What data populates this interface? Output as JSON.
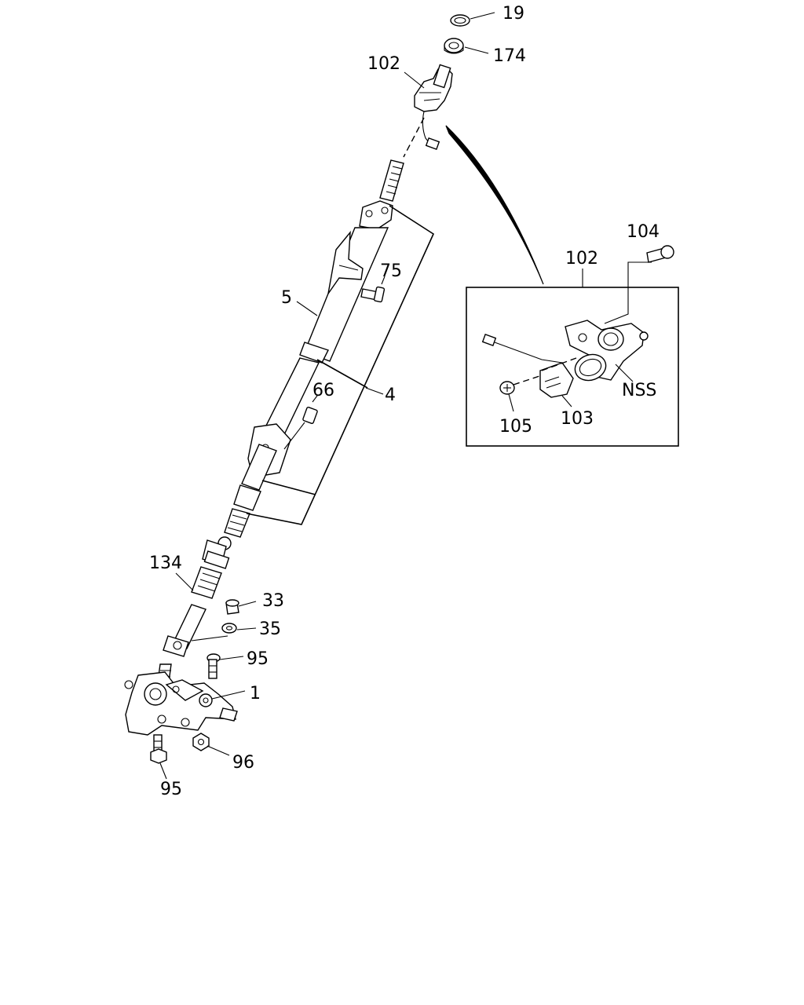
{
  "labels": {
    "l19": "19",
    "l174": "174",
    "l102_top": "102",
    "l75": "75",
    "l5": "5",
    "l4": "4",
    "l66": "66",
    "l134": "134",
    "l33": "33",
    "l35": "35",
    "l95_upper": "95",
    "l1": "1",
    "l96": "96",
    "l95_lower": "95",
    "l104": "104",
    "l102_inset": "102",
    "lnss": "NSS",
    "l105": "105",
    "l103": "103"
  }
}
